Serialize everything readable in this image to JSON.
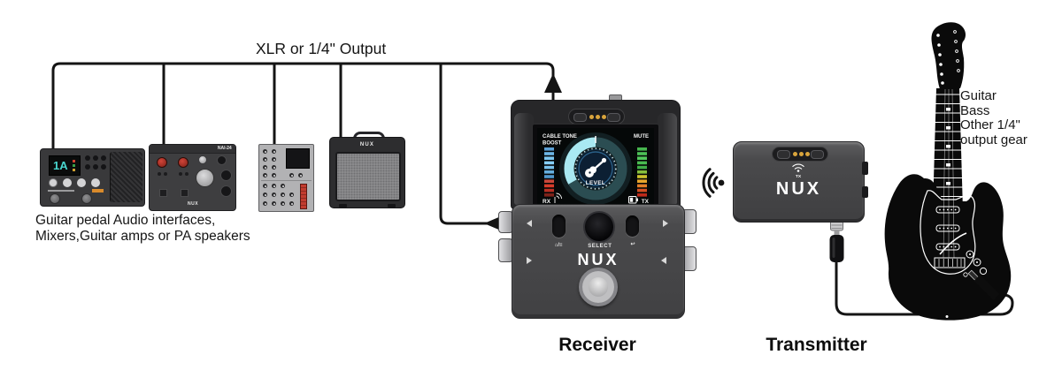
{
  "cable_label": "XLR or 1/4\" Output",
  "left_caption": {
    "line1": "Guitar pedal Audio interfaces,",
    "line2": "Mixers,Guitar amps or PA speakers"
  },
  "devices": {
    "pedal": {
      "screen_preset": "1A"
    },
    "audio_interface": {
      "model": "NAI-24",
      "brand": "NUX"
    },
    "amp": {
      "brand": "NUX"
    }
  },
  "receiver": {
    "label": "Receiver",
    "brand": "NUX",
    "screen": {
      "cable_tone": "CABLE TONE",
      "boost": "BOOST",
      "mute": "MUTE",
      "level": "LEVEL",
      "rx": "RX",
      "tx": "TX"
    },
    "controls": {
      "home_menu": "⌂/≡",
      "select": "SELECT",
      "back": "↩"
    }
  },
  "transmitter": {
    "label": "Transmitter",
    "brand": "NUX",
    "tx_badge": "TX"
  },
  "right_caption": {
    "line1": "Guitar",
    "line2": "Bass",
    "line3": "Other 1/4\"",
    "line4": "output gear"
  },
  "colors": {
    "cable": "#141414",
    "screen_cyan": "#a9e9f2",
    "gauge_teal": "#2b4d52",
    "led_blue": "#7cc6f0",
    "led_green": "#4cc156",
    "led_red": "#d63b2a",
    "contact_orange": "#d9a43c"
  }
}
